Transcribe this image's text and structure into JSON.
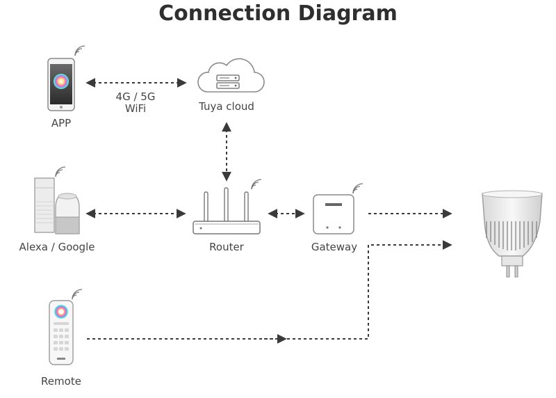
{
  "title": "Connection Diagram",
  "nodes": {
    "app": "APP",
    "cloud": "Tuya cloud",
    "voice": "Alexa / Google",
    "router": "Router",
    "gateway": "Gateway",
    "remote": "Remote"
  },
  "links": {
    "app_cloud_line1": "4G / 5G",
    "app_cloud_line2": "WiFi"
  },
  "colors": {
    "line": "#3a3a3a",
    "device_outline": "#8a8a8a",
    "text": "#444444"
  },
  "icons": [
    "smartphone-icon",
    "cloud-server-icon",
    "smart-speaker-icon",
    "router-icon",
    "gateway-icon",
    "led-bulb-icon",
    "remote-control-icon",
    "wifi-signal-icon"
  ]
}
